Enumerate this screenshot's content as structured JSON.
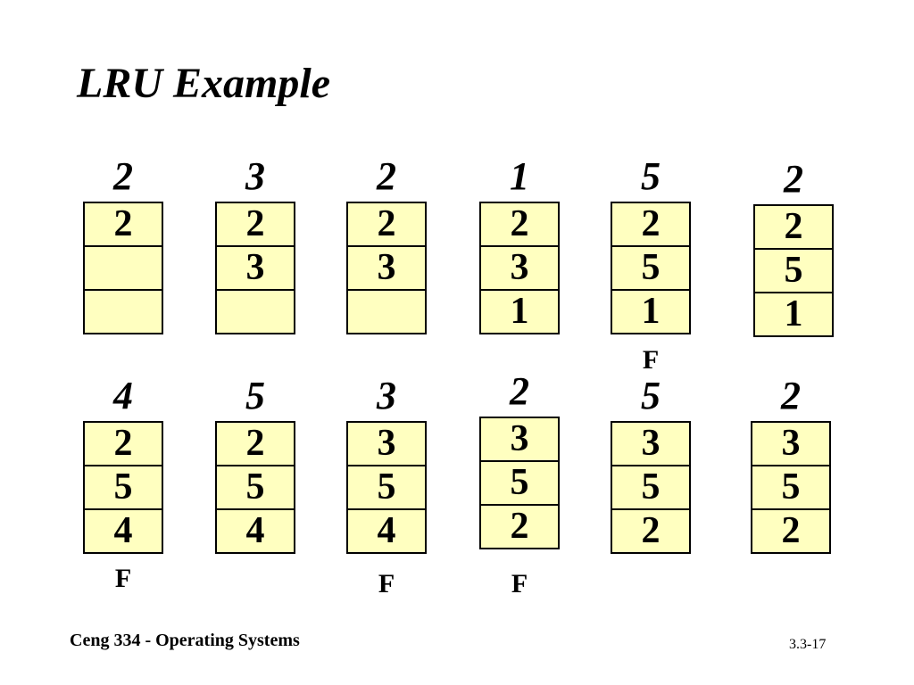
{
  "title": "LRU Example",
  "steps": [
    {
      "ref": "2",
      "frames": [
        "2",
        "",
        ""
      ],
      "fault": ""
    },
    {
      "ref": "3",
      "frames": [
        "2",
        "3",
        ""
      ],
      "fault": ""
    },
    {
      "ref": "2",
      "frames": [
        "2",
        "3",
        ""
      ],
      "fault": ""
    },
    {
      "ref": "1",
      "frames": [
        "2",
        "3",
        "1"
      ],
      "fault": ""
    },
    {
      "ref": "5",
      "frames": [
        "2",
        "5",
        "1"
      ],
      "fault": "F"
    },
    {
      "ref": "2",
      "frames": [
        "2",
        "5",
        "1"
      ],
      "fault": ""
    },
    {
      "ref": "4",
      "frames": [
        "2",
        "5",
        "4"
      ],
      "fault": "F"
    },
    {
      "ref": "5",
      "frames": [
        "2",
        "5",
        "4"
      ],
      "fault": ""
    },
    {
      "ref": "3",
      "frames": [
        "3",
        "5",
        "4"
      ],
      "fault": "F"
    },
    {
      "ref": "2",
      "frames": [
        "3",
        "5",
        "2"
      ],
      "fault": "F"
    },
    {
      "ref": "5",
      "frames": [
        "3",
        "5",
        "2"
      ],
      "fault": ""
    },
    {
      "ref": "2",
      "frames": [
        "3",
        "5",
        "2"
      ],
      "fault": ""
    }
  ],
  "footer": {
    "course": "Ceng 334 - Operating Systems",
    "slide_number": "3.3-17"
  },
  "colors": {
    "frame_fill": "#ffffc0",
    "border": "#000000",
    "background": "#ffffff"
  }
}
